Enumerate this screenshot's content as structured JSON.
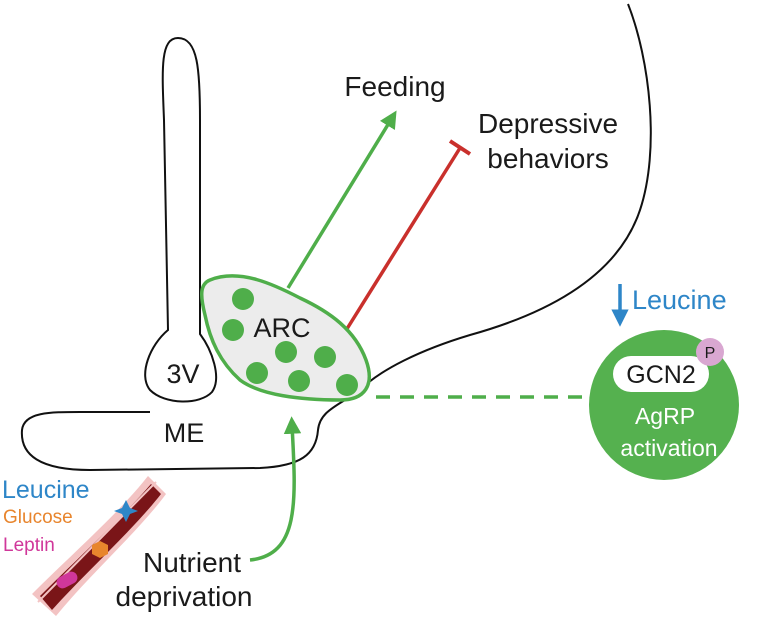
{
  "labels": {
    "feeding": "Feeding",
    "depressive_line1": "Depressive",
    "depressive_line2": "behaviors",
    "arc": "ARC",
    "third_ventricle": "3V",
    "median_eminence": "ME",
    "leucine_right": "Leucine",
    "gcn2": "GCN2",
    "phospho": "P",
    "agrp_line1": "AgRP",
    "agrp_line2": "activation",
    "leucine_left": "Leucine",
    "glucose": "Glucose",
    "leptin": "Leptin",
    "nutrient_line1": "Nutrient",
    "nutrient_line2": "deprivation"
  },
  "colors": {
    "green": "#4fae4a",
    "green_circle": "#55b14f",
    "red": "#c9302c",
    "blue": "#2e86c8",
    "orange": "#e8852d",
    "magenta": "#d0379a",
    "vessel_dark": "#7a1518",
    "vessel_wall": "#f3c3c3",
    "pink_badge": "#d9a7d1",
    "arc_fill": "#ececec"
  }
}
